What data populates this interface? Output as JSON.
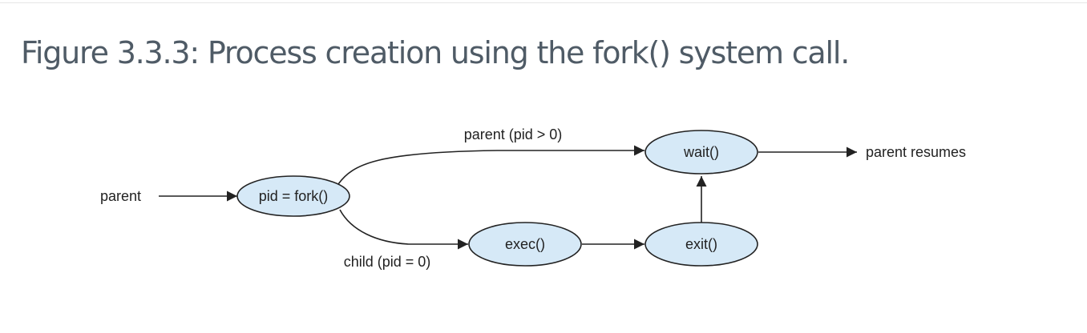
{
  "figure": {
    "caption": "Figure 3.3.3: Process creation using the fork() system call."
  },
  "diagram": {
    "nodes": {
      "fork": "pid = fork()",
      "wait": "wait()",
      "exec": "exec()",
      "exit": "exit()"
    },
    "labels": {
      "parent": "parent",
      "parent_branch": "parent (pid > 0)",
      "child_branch": "child (pid = 0)",
      "parent_resumes": "parent resumes"
    },
    "colors": {
      "node_fill": "#d6e9f7",
      "stroke": "#222222",
      "caption": "#4f5b66"
    }
  }
}
